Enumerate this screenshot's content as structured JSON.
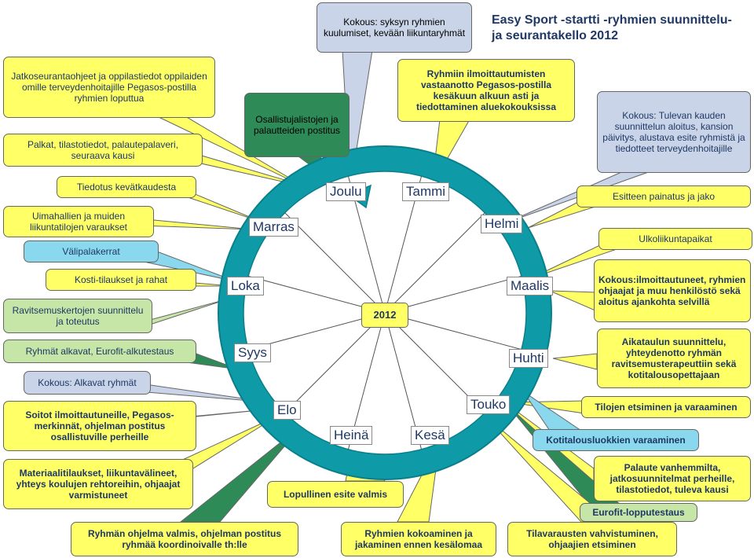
{
  "title": "Easy Sport -startti -ryhmien suunnittelu- ja seurantakello 2012",
  "center_year": "2012",
  "months": {
    "joulu": "Joulu",
    "tammi": "Tammi",
    "helmi": "Helmi",
    "maalis": "Maalis",
    "huhti": "Huhti",
    "touko": "Touko",
    "kesa": "Kesä",
    "heina": "Heinä",
    "elo": "Elo",
    "syys": "Syys",
    "loka": "Loka",
    "marras": "Marras"
  },
  "boxes": {
    "jatkoseuranta": "Jatkoseurantaohjeet ja oppilastiedot oppilaiden omille terveydenhoitajille Pegasos-postilla ryhmien loputtua",
    "palkat": "Palkat, tilastotiedot, palautepalaveri, seuraava kausi",
    "osallistujalistat": "Osallistujalistojen ja palautteiden postitus",
    "kokous_syksy": "Kokous: syksyn ryhmien kuulumiset, kevään liikuntaryhmät",
    "ilmoittautumiset": "Ryhmiin ilmoittautumisten vastaanotto Pegasos-postilla kesäkuun alkuun asti ja tiedottaminen aluekokouksissa",
    "kokous_tuleva": "Kokous: Tulevan kauden suunnittelun aloitus, kansion päivitys, alustava esite ryhmistä ja tiedotteet terveydenhoitajille",
    "tiedotus": "Tiedotus kevätkaudesta",
    "uimahallit": "Uimahallien ja muiden liikuntatilojen varaukset",
    "valipalakerrat": "Välipalakerrat",
    "esitteen_painatus": "Esitteen painatus ja jako",
    "ulkoliikuntapaikat": "Ulkoliikuntapaikat",
    "kosti": "Kosti-tilaukset ja rahat",
    "ravitsemus": "Ravitsemuskertojen suunnittelu ja toteutus",
    "kokous_ilmoittautuneet": "Kokous:ilmoittautuneet, ryhmien ohjaajat ja muu henkilöstö sekä aloitus ajankohta selvillä",
    "ryhmat_alkavat": "Ryhmät alkavat, Eurofit-alkutestaus",
    "aikataulu": "Aikataulun suunnittelu, yhteydenotto ryhmän ravitsemusterapeuttiin sekä kotitalousopettajaan",
    "kokous_alkavat": "Kokous: Alkavat ryhmät",
    "soitot": "Soitot ilmoittautuneille, Pegasos-merkinnät, ohjelman postitus osallistuville perheille",
    "tilojen_etsiminen": "Tilojen etsiminen ja varaaminen",
    "kotitalousluokat": "Kotitalousluokkien varaaminen",
    "materiaalitilaukset": "Materiaalitilaukset, liikuntavälineet, yhteys koulujen rehtoreihin, ohjaajat varmistuneet",
    "lopullinen_esite": "Lopullinen esite valmis",
    "palaute": "Palaute vanhemmilta, jatkosuunnitelmat perheille, tilastotiedot, tuleva kausi",
    "eurofit_loppu": "Eurofit-lopputestaus",
    "ohjelma_valmis": "Ryhmän ohjelma valmis, ohjelman postitus ryhmää koordinoivalle th:lle",
    "kokoaminen": "Ryhmien kokoaminen ja jakaminen ennen kesälomaa",
    "tilavaraukset": "Tilavarausten vahvistuminen, ohjaajien etsiminen"
  },
  "colors": {
    "ring": "#0e9aa7",
    "ring_edge": "#0a7f8a",
    "yellow": "#ffff66",
    "green": "#2e8b57",
    "light_green": "#c6e6a8",
    "light_blue": "#c9d4e8",
    "cyan": "#8ad8ee",
    "text_navy": "#1f3864"
  }
}
